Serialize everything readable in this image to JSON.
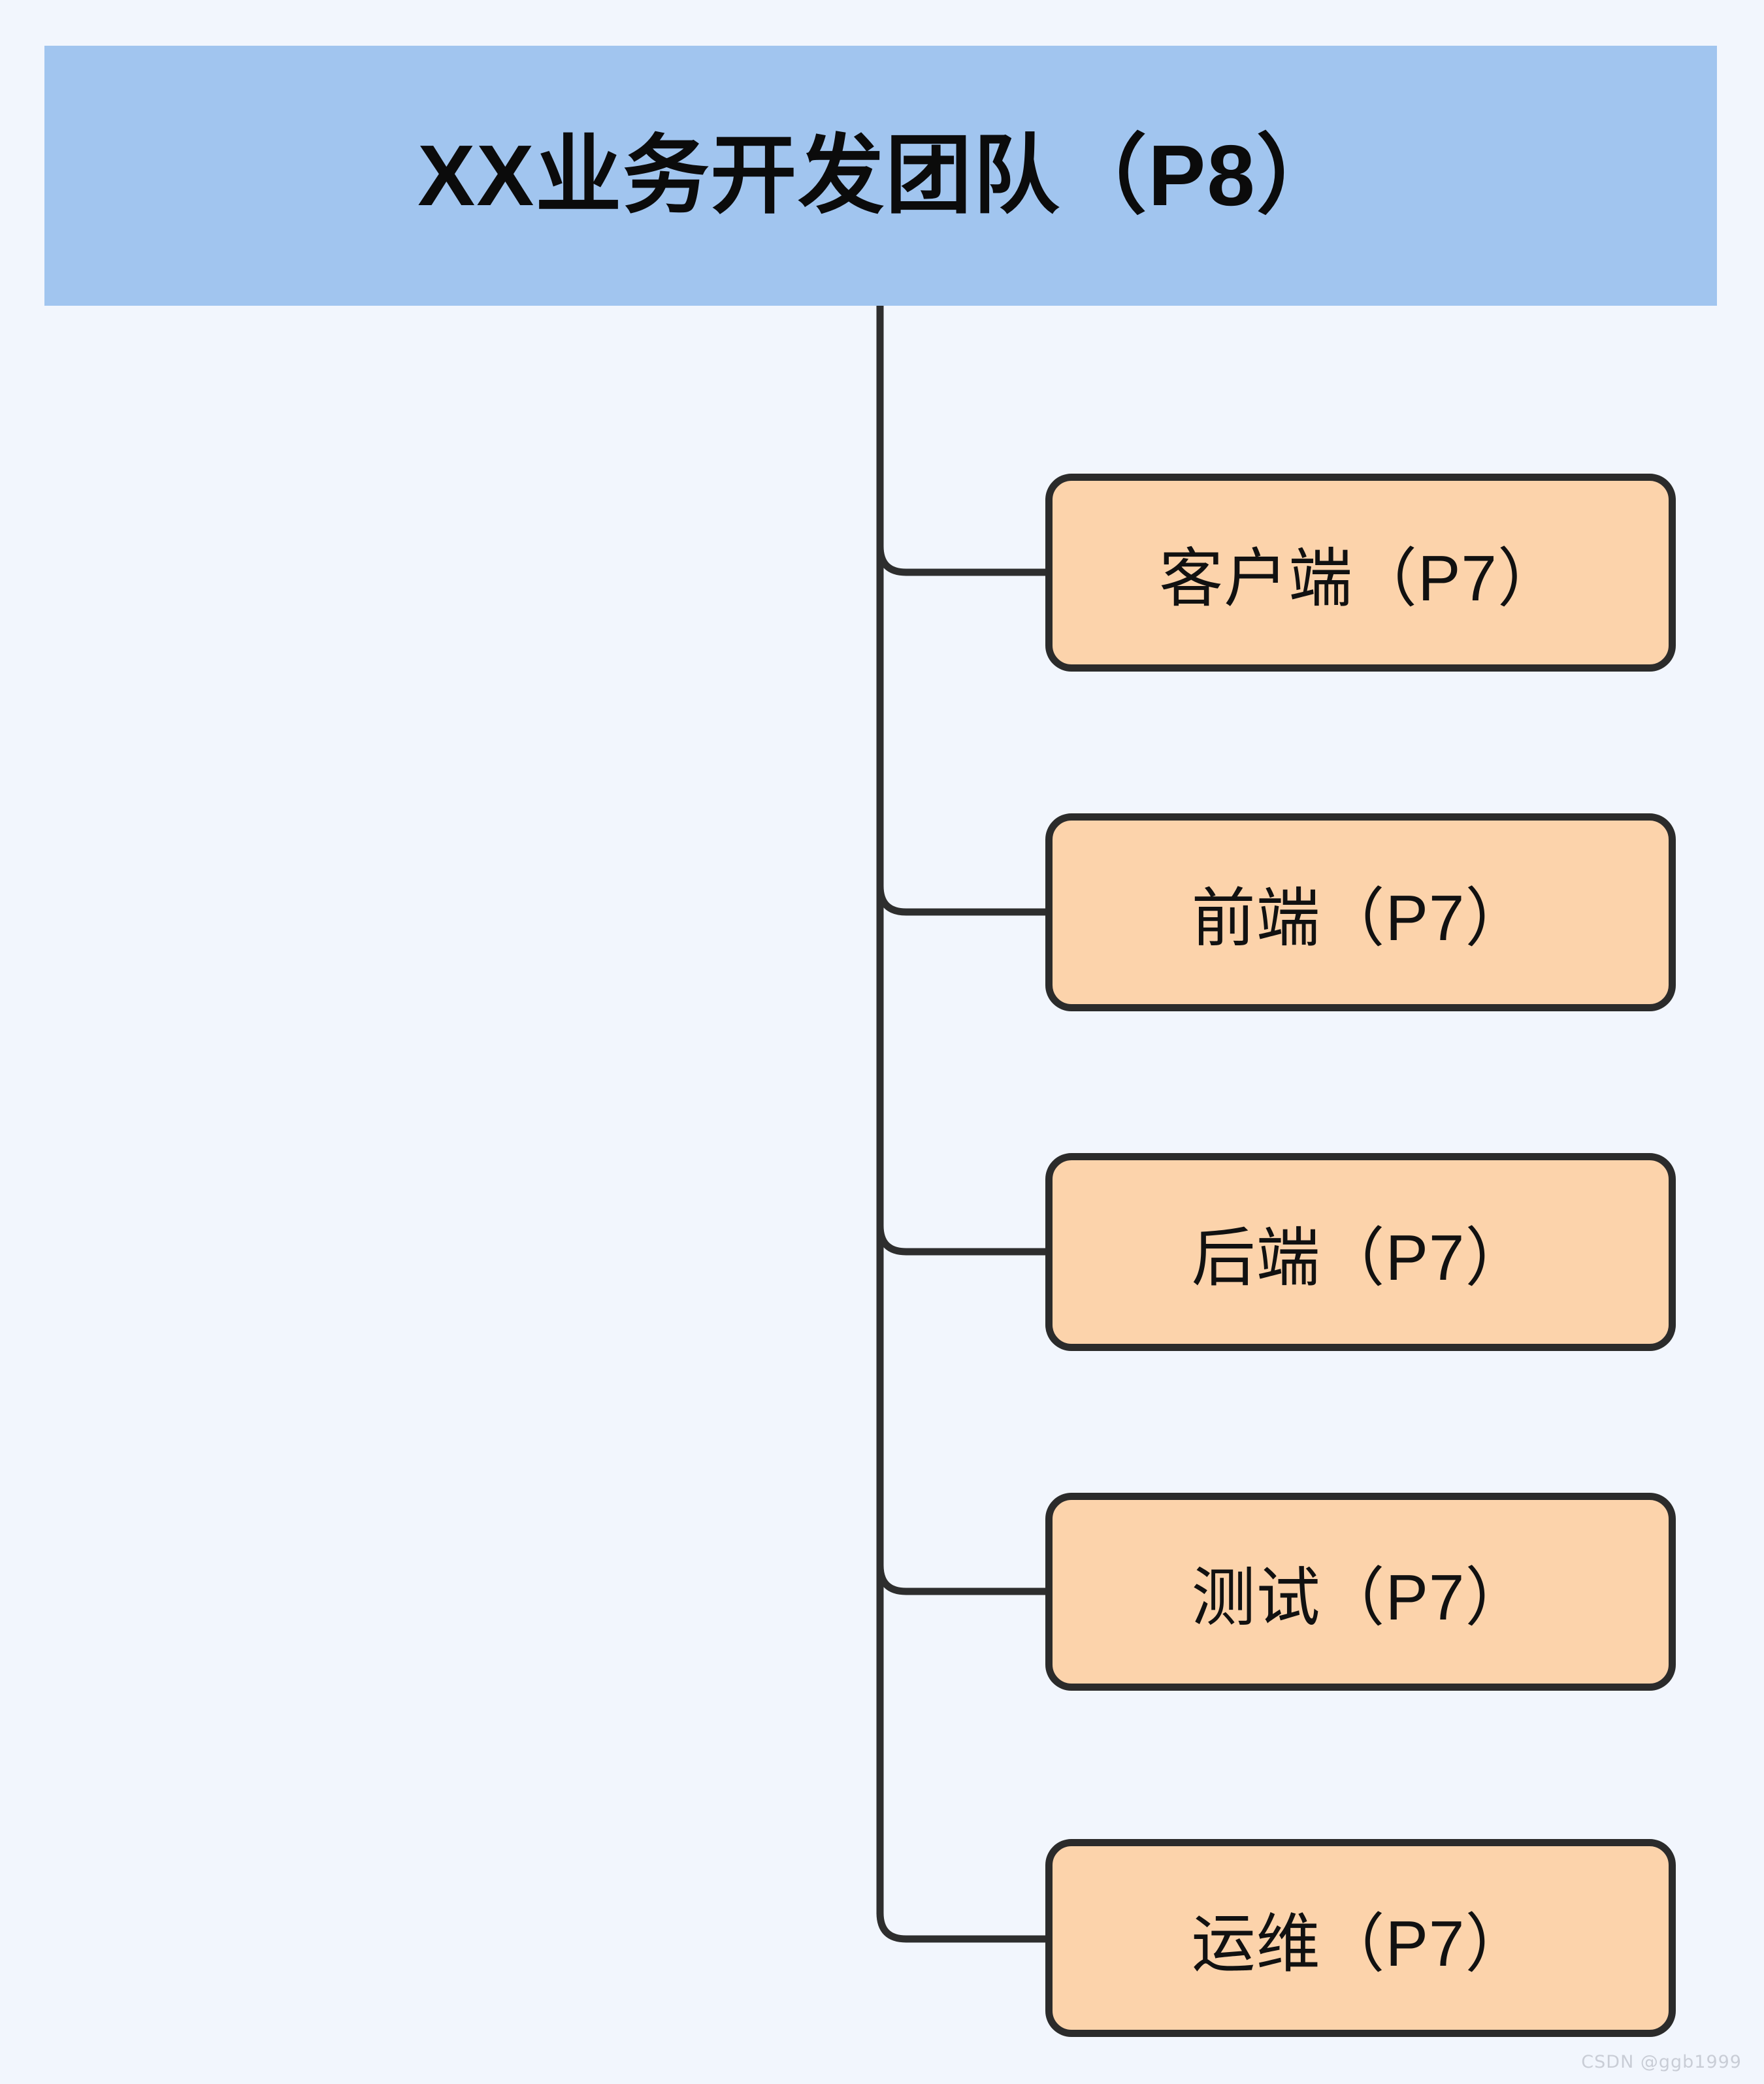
{
  "diagram": {
    "type": "org-chart",
    "orientation": "vertical-trunk-right-branches",
    "background_color": "#F2F6FD",
    "root": {
      "label": "XX业务开发团队（P8）",
      "level": "P8",
      "fill_color": "#A1C5EF",
      "text_color": "#0B0B0B",
      "shape": "rectangle"
    },
    "children": [
      {
        "label": "客户端（P7）",
        "level": "P7",
        "fill_color": "#FCD3AB",
        "border_color": "#2B2B2B",
        "shape": "rounded-rectangle"
      },
      {
        "label": "前端（P7）",
        "level": "P7",
        "fill_color": "#FCD3AB",
        "border_color": "#2B2B2B",
        "shape": "rounded-rectangle"
      },
      {
        "label": "后端（P7）",
        "level": "P7",
        "fill_color": "#FCD3AB",
        "border_color": "#2B2B2B",
        "shape": "rounded-rectangle"
      },
      {
        "label": "测试（P7）",
        "level": "P7",
        "fill_color": "#FCD3AB",
        "border_color": "#2B2B2B",
        "shape": "rounded-rectangle"
      },
      {
        "label": "运维（P7）",
        "level": "P7",
        "fill_color": "#FCD3AB",
        "border_color": "#2B2B2B",
        "shape": "rounded-rectangle"
      }
    ],
    "connector_color": "#2E2E2E"
  },
  "watermark": {
    "text": "CSDN @ggb1999"
  }
}
